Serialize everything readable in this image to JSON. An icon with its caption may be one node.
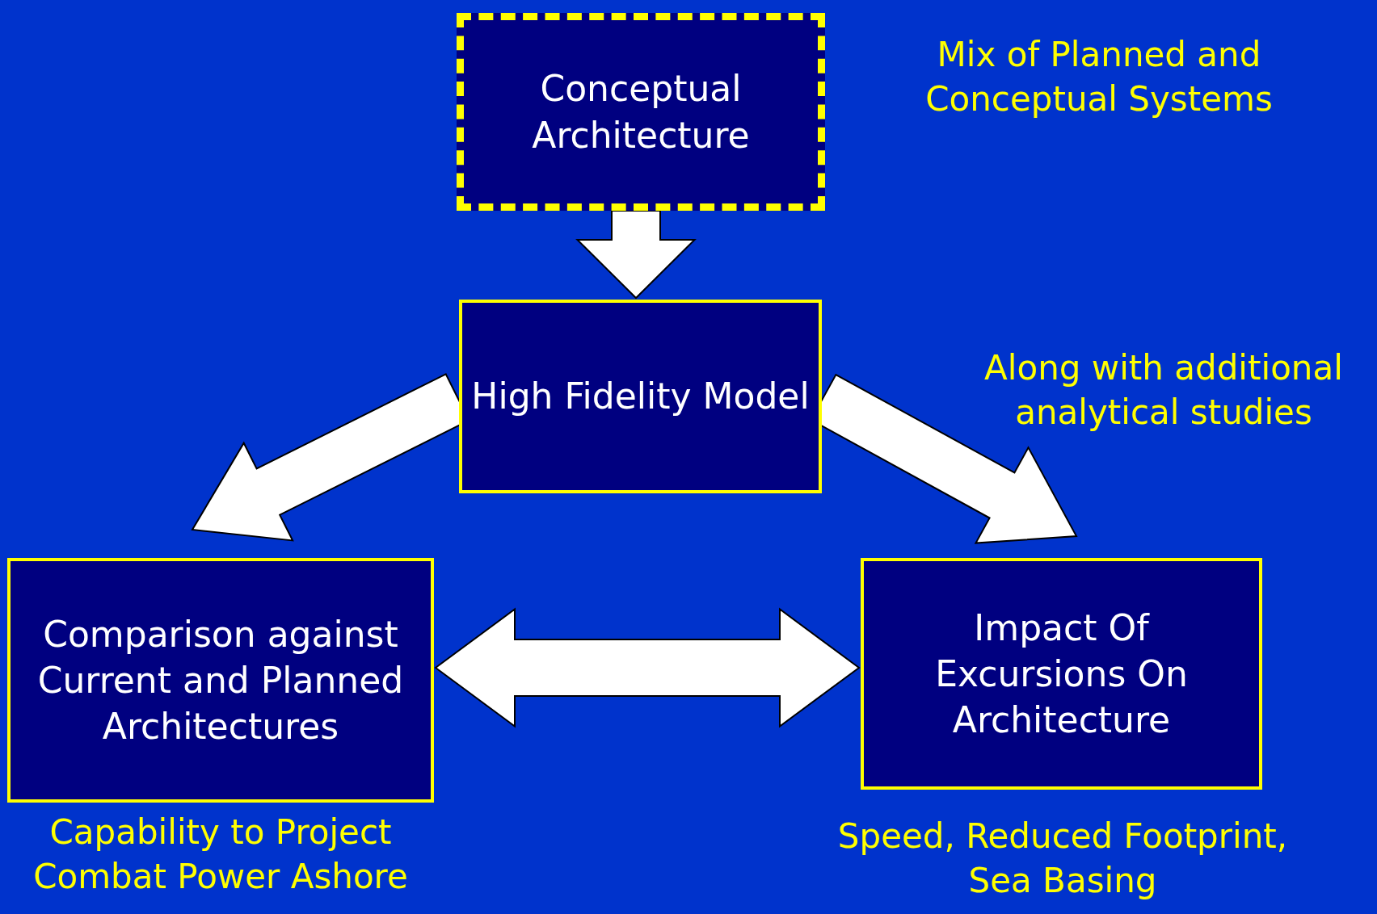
{
  "diagram": {
    "nodes": [
      {
        "text": [
          "Conceptual Architecture"
        ],
        "beside": [
          "Mix of Planned and Conceptual Systems"
        ]
      },
      {
        "text": [
          "High Fidelity Model"
        ]
      },
      {
        "text": [
          "Comparison against Current and Planned Architectures"
        ],
        "beside": [
          "Capability to Project Combat Power Ashore"
        ]
      },
      {
        "text": [
          "Impact Of Excursions On Architecture"
        ],
        "beside": [
          "Speed, Reduced Footprint, Sea Basing"
        ]
      }
    ],
    "edges": [
      {
        "from": 0,
        "to": 1,
        "arrow": "to"
      },
      {
        "from": 1,
        "to": 2,
        "arrow": "to"
      },
      {
        "from": 1,
        "to": 3,
        "arrow": "to"
      },
      {
        "from": 2,
        "to": 3,
        "arrow": "both"
      }
    ],
    "labels": [
      "Along with additional analytical studies"
    ]
  }
}
